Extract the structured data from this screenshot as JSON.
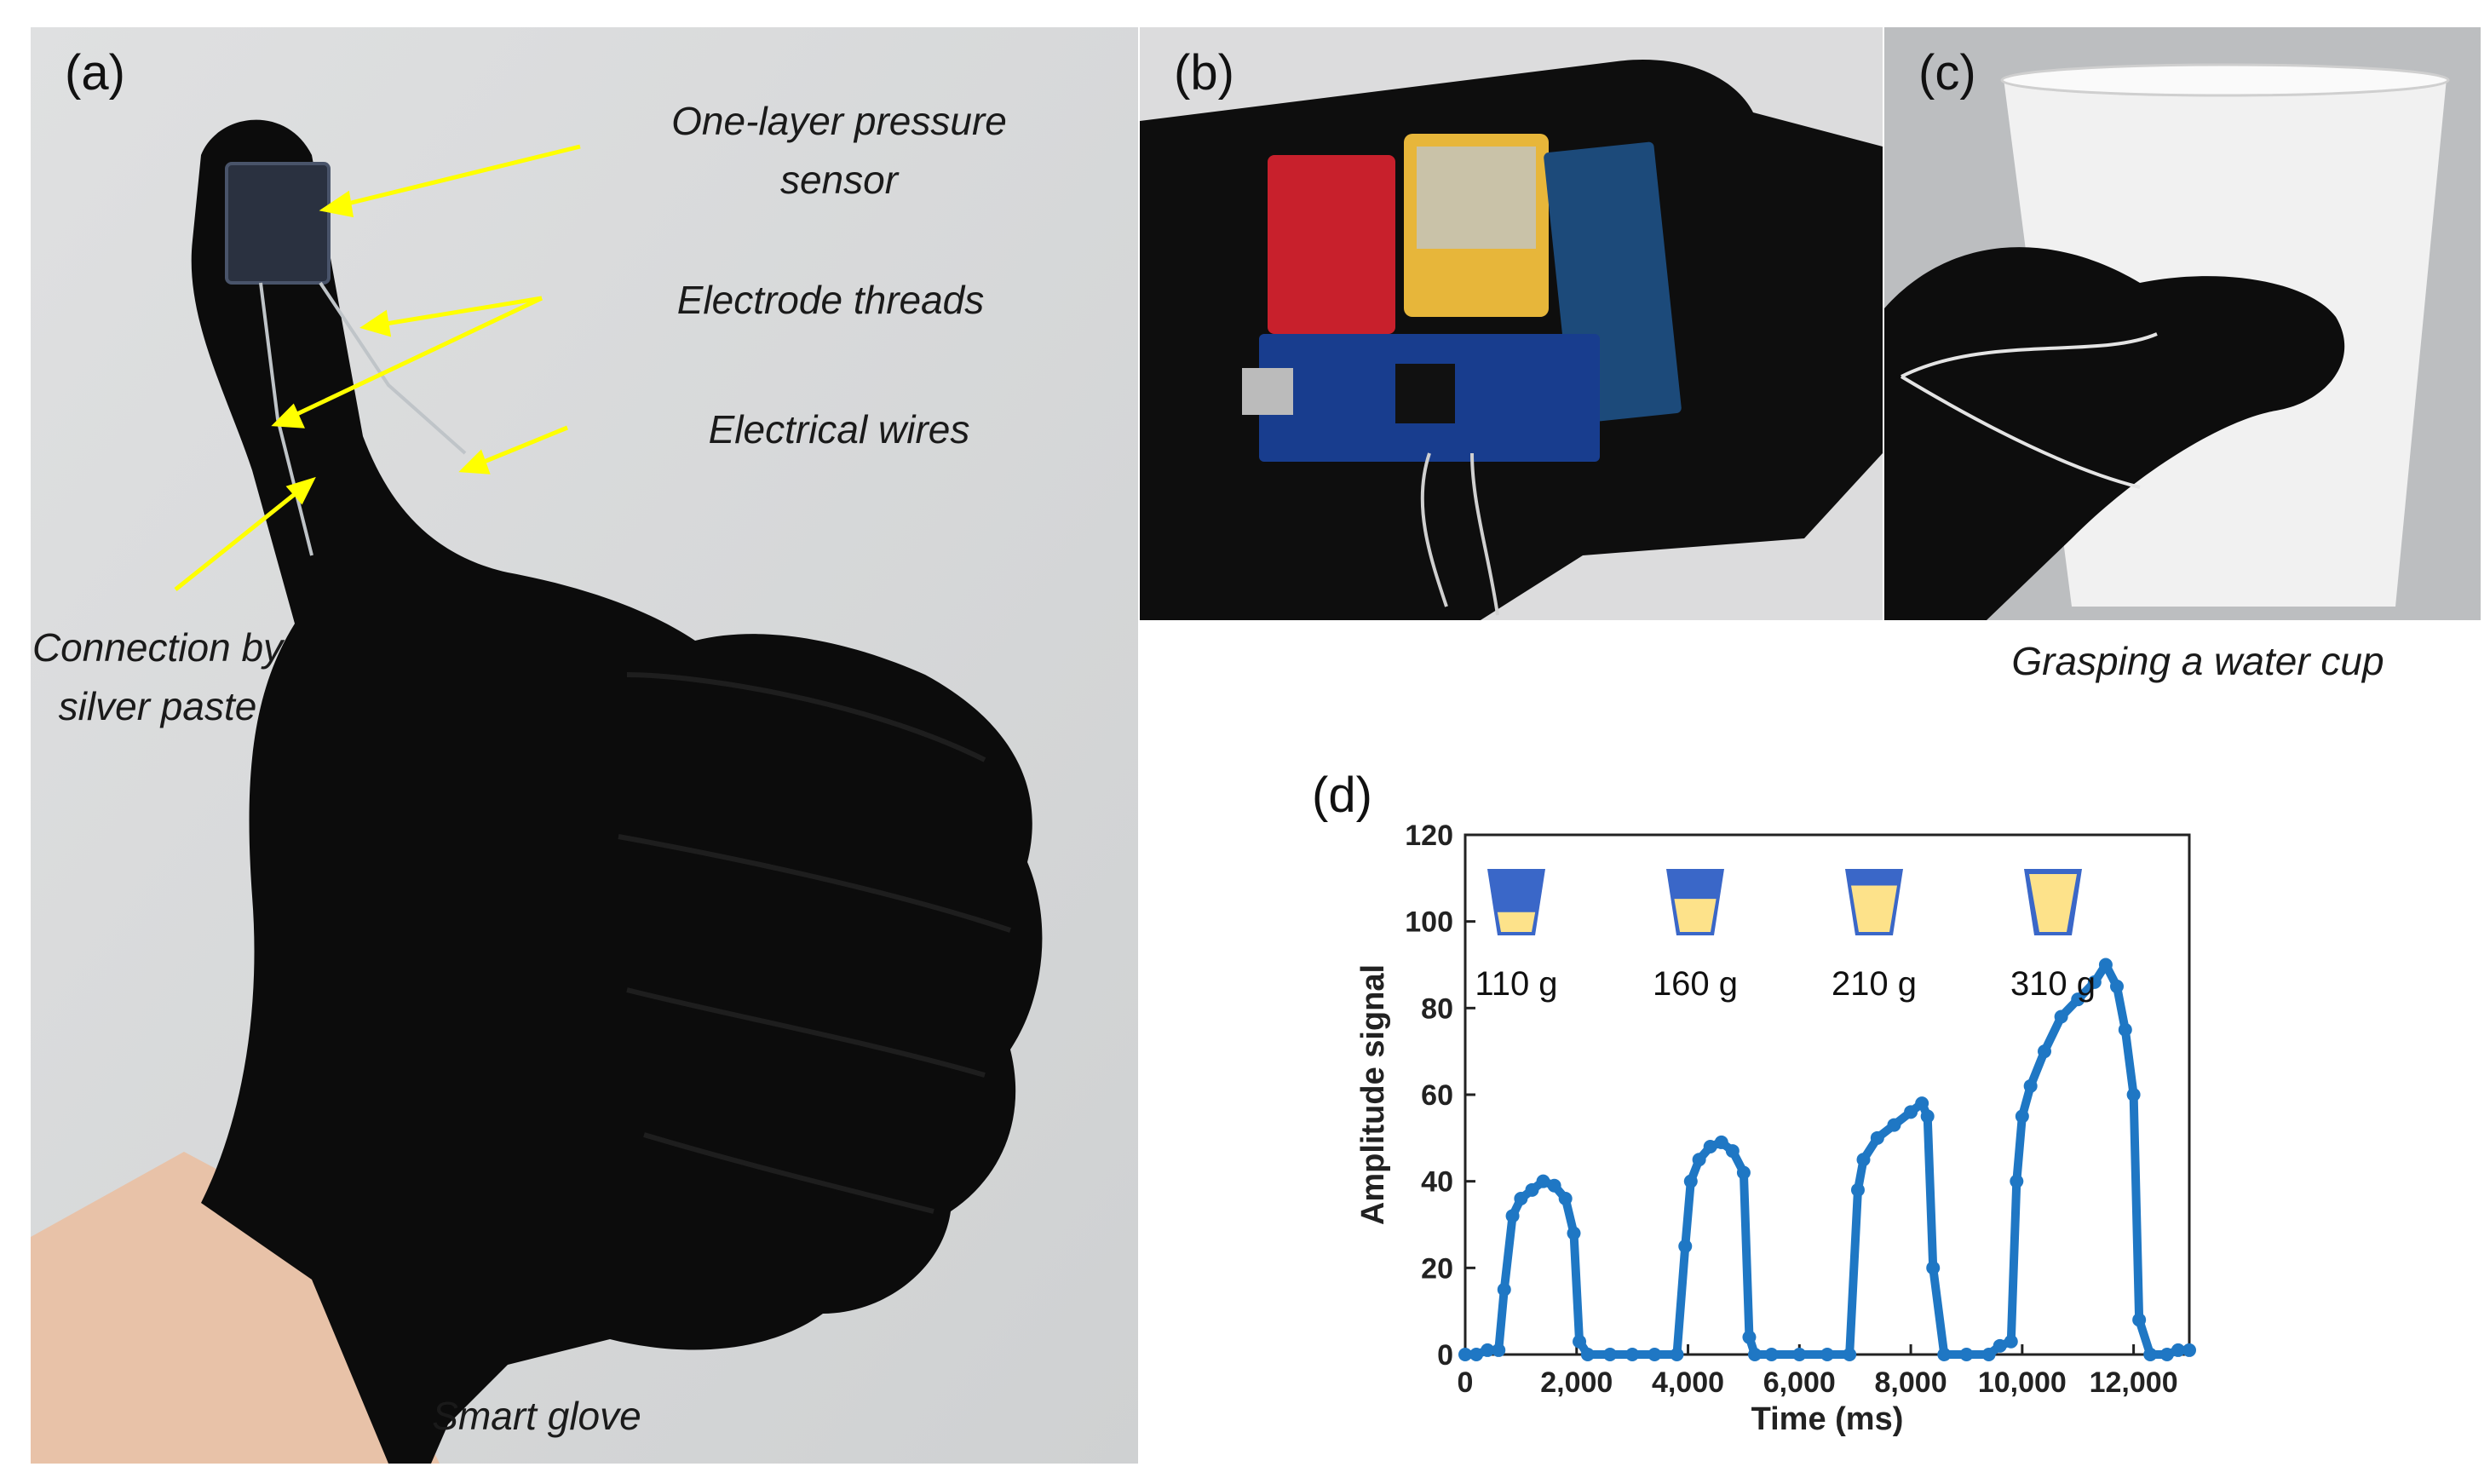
{
  "panels": {
    "a": {
      "label": "(a)",
      "annotations": {
        "sensor": "One-layer pressure\nsensor",
        "threads": "Electrode threads",
        "wires": "Electrical wires",
        "connection": "Connection by\nsilver paste",
        "caption": "Smart glove"
      }
    },
    "b": {
      "label": "(b)"
    },
    "c": {
      "label": "(c)",
      "caption": "Grasping a water cup"
    },
    "d": {
      "label": "(d)"
    }
  },
  "colors": {
    "series": "#1f77c4",
    "cup_fill": "#fde28a",
    "cup_empty": "#3a67c8",
    "glove": "#0c0c0c",
    "arrow": "#ffff00"
  },
  "chart_data": {
    "type": "scatter",
    "xlabel": "Time (ms)",
    "ylabel": "Amplitude signal",
    "xlim": [
      0,
      13000
    ],
    "ylim": [
      0,
      120
    ],
    "xticks": [
      0,
      2000,
      4000,
      6000,
      8000,
      10000,
      12000
    ],
    "xtick_labels": [
      "0",
      "2,000",
      "4,000",
      "6,000",
      "8,000",
      "10,000",
      "12,000"
    ],
    "yticks": [
      0,
      20,
      40,
      60,
      80,
      100,
      120
    ],
    "ytick_labels": [
      "0",
      "20",
      "40",
      "60",
      "80",
      "100",
      "120"
    ],
    "grid": false,
    "series": [
      {
        "values_description": "",
        "x": [
          0,
          200,
          400,
          600,
          700,
          850,
          1000,
          1200,
          1400,
          1600,
          1800,
          1950,
          2050,
          2200,
          2600,
          3000,
          3400,
          3800,
          3950,
          4050,
          4200,
          4400,
          4600,
          4800,
          5000,
          5100,
          5200,
          5500,
          6000,
          6500,
          6900,
          7050,
          7150,
          7400,
          7700,
          8000,
          8200,
          8300,
          8400,
          8600,
          9000,
          9400,
          9600,
          9800,
          9900,
          10000,
          10150,
          10400,
          10700,
          11000,
          11300,
          11500,
          11700,
          11850,
          12000,
          12100,
          12300,
          12600,
          12800,
          13000
        ],
        "y": [
          0,
          0,
          1,
          1,
          15,
          32,
          36,
          38,
          40,
          39,
          36,
          28,
          3,
          0,
          0,
          0,
          0,
          0,
          25,
          40,
          45,
          48,
          49,
          47,
          42,
          4,
          0,
          0,
          0,
          0,
          0,
          38,
          45,
          50,
          53,
          56,
          58,
          55,
          20,
          0,
          0,
          0,
          2,
          3,
          40,
          55,
          62,
          70,
          78,
          82,
          86,
          90,
          85,
          75,
          60,
          8,
          0,
          0,
          1,
          1
        ]
      }
    ],
    "annotations": [
      {
        "text": "110 g",
        "x": 2200,
        "fill_fraction": 0.35
      },
      {
        "text": "160 g",
        "x": 6200,
        "fill_fraction": 0.55
      },
      {
        "text": "210 g",
        "x": 10200,
        "fill_fraction": 0.75
      },
      {
        "text": "310 g",
        "x": 14300,
        "fill_fraction": 1.0
      }
    ]
  }
}
